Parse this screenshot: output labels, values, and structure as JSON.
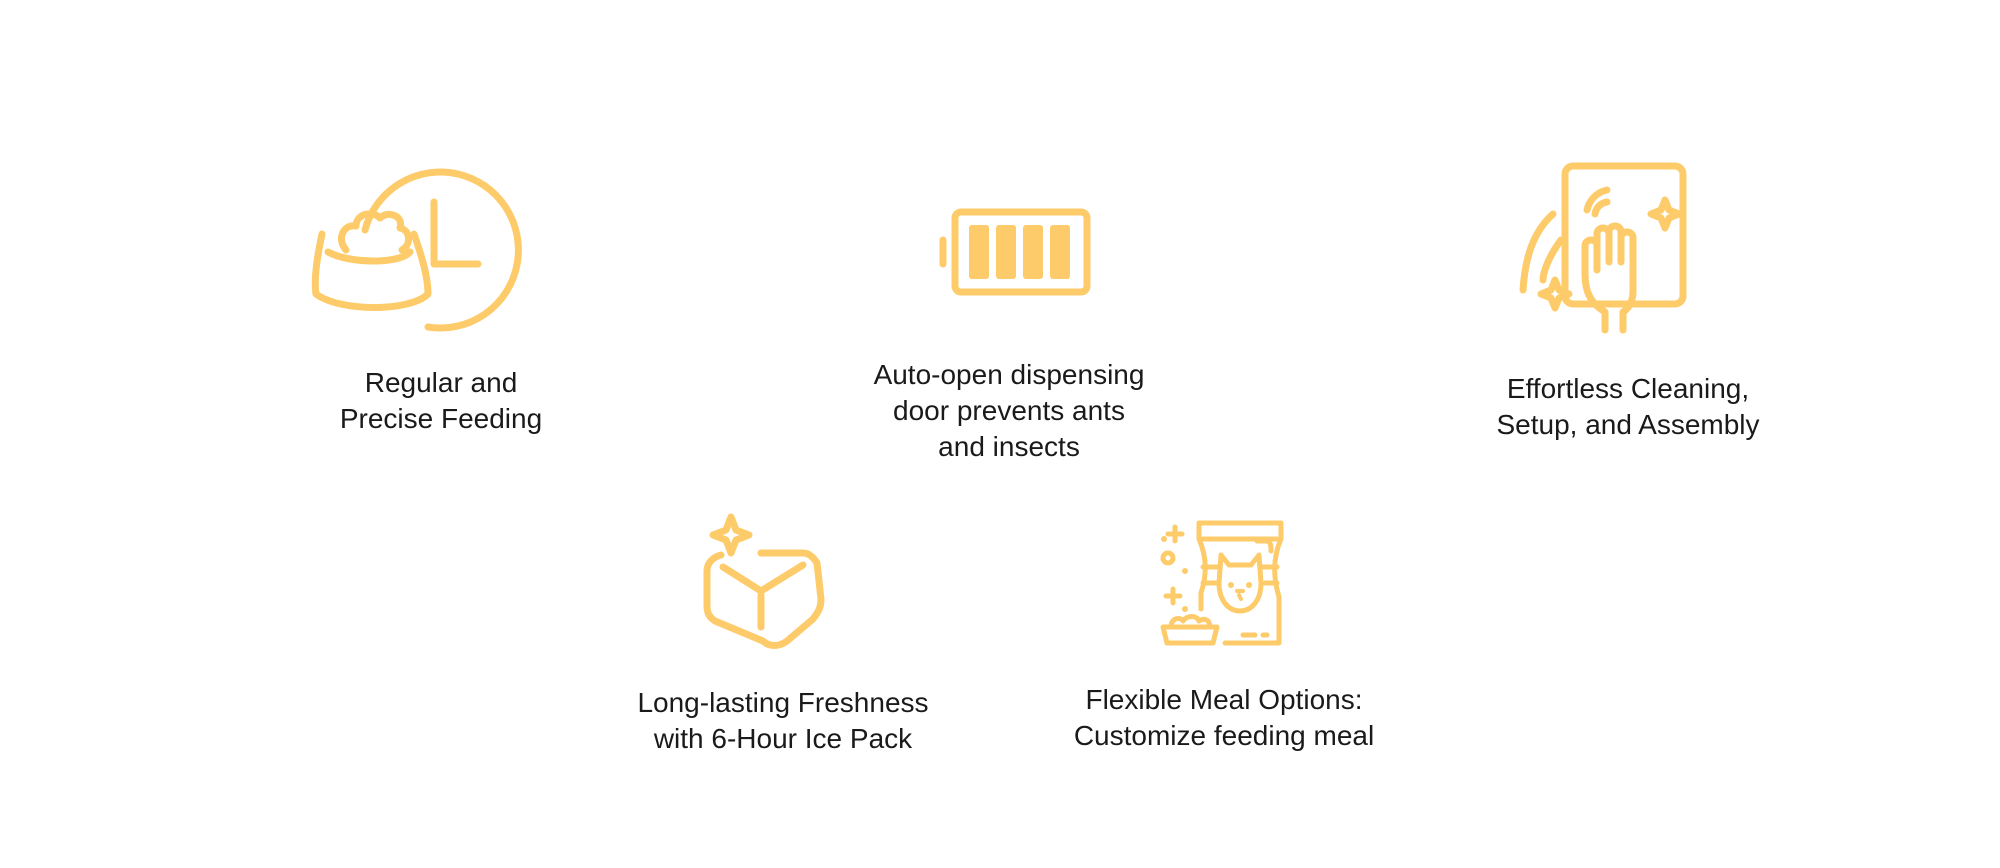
{
  "features": [
    {
      "icon": "clock-food-bowl-icon",
      "lines": [
        "Regular and",
        "Precise Feeding"
      ]
    },
    {
      "icon": "battery-full-icon",
      "lines": [
        "Auto-open dispensing",
        "door prevents ants",
        "and insects"
      ]
    },
    {
      "icon": "hand-wiping-panel-icon",
      "lines": [
        "Effortless Cleaning,",
        "Setup, and Assembly"
      ]
    },
    {
      "icon": "ice-cube-sparkle-icon",
      "lines": [
        "Long-lasting Freshness",
        "with 6-Hour Ice Pack"
      ]
    },
    {
      "icon": "cat-food-bag-icon",
      "lines": [
        "Flexible Meal Options:",
        "Customize feeding meal"
      ]
    }
  ],
  "accent_color": "#FDCB6A"
}
